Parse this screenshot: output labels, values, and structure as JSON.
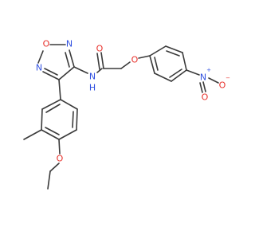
{
  "molecule": {
    "atom_colors": {
      "O": "#e8302a",
      "N": "#3050e0"
    },
    "labels": {
      "oxadiazole_o": "O",
      "oxadiazole_n_top": "N",
      "oxadiazole_n_left": "N",
      "amide_nh": "N",
      "amide_h": "H",
      "carbonyl_o": "O",
      "ether_o": "O",
      "nitro_n": "N",
      "nitro_n_charge": "+",
      "nitro_o_right": "O",
      "nitro_o_right_charge": "−",
      "nitro_o_down": "O",
      "ethoxy_o": "O"
    }
  }
}
